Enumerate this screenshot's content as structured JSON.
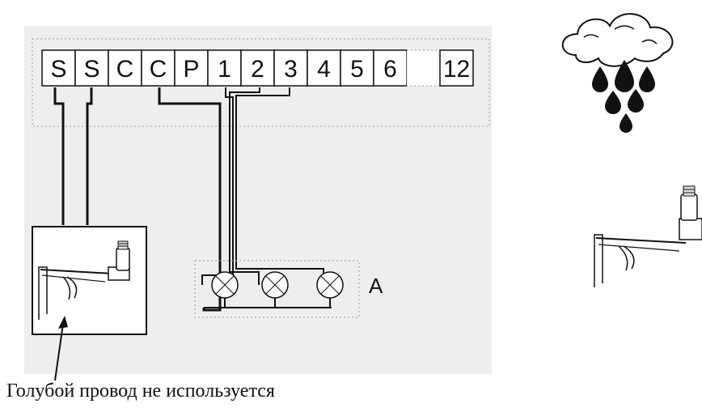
{
  "terminal_strip": {
    "labels": [
      "S",
      "S",
      "C",
      "C",
      "P",
      "1",
      "2",
      "3",
      "4",
      "5",
      "6",
      "",
      "12"
    ]
  },
  "valve_group_label": "A",
  "caption": "Голубой провод не используется",
  "icons": {
    "rain_cloud": "rain-cloud-icon",
    "rain_sensor": "rain-sensor-icon",
    "valve": "solenoid-valve-icon"
  }
}
